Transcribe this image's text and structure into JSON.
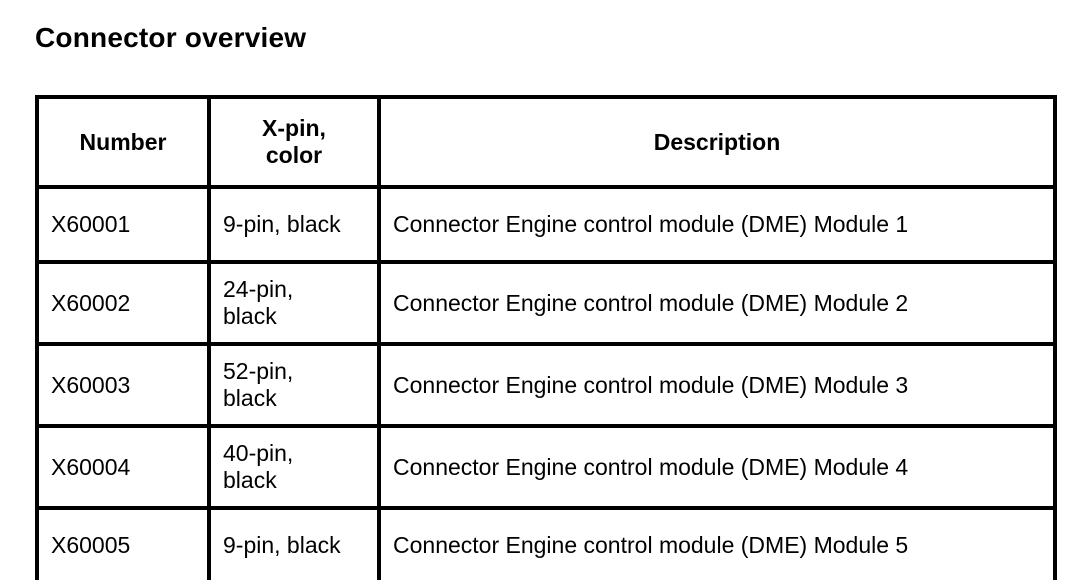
{
  "title": "Connector overview",
  "colors": {
    "text": "#000000",
    "border": "#000000",
    "background": "#ffffff"
  },
  "table": {
    "columns": {
      "number": "Number",
      "pin_color": "X-pin,\ncolor",
      "description": "Description"
    },
    "rows": [
      {
        "number": "X60001",
        "pin_color": "9-pin, black",
        "description": "Connector Engine control module (DME) Module 1"
      },
      {
        "number": "X60002",
        "pin_color": "24-pin,\nblack",
        "description": "Connector Engine control module (DME) Module 2"
      },
      {
        "number": "X60003",
        "pin_color": "52-pin,\nblack",
        "description": "Connector Engine control module (DME) Module 3"
      },
      {
        "number": "X60004",
        "pin_color": "40-pin,\nblack",
        "description": "Connector Engine control module (DME) Module 4"
      },
      {
        "number": "X60005",
        "pin_color": "9-pin, black",
        "description": "Connector Engine control module (DME) Module 5"
      }
    ]
  }
}
